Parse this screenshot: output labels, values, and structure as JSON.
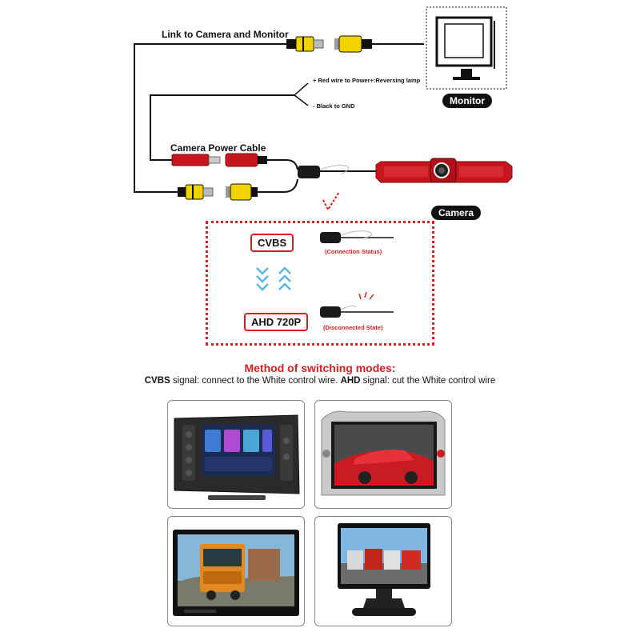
{
  "labels": {
    "link": "Link to Camera and Monitor",
    "power_cable": "Camera Power Cable",
    "red_wire": "Red wire to Power+:Reversing lamp",
    "black_wire": "Black to GND",
    "plus": "+",
    "minus": "-",
    "monitor": "Monitor",
    "camera": "Camera"
  },
  "modes": {
    "cvbs": "CVBS",
    "ahd": "AHD 720P",
    "connected": "(Connection Status)",
    "disconnected": "(Disconnected State)"
  },
  "method": {
    "title": "Method of switching modes:",
    "cvbs_key": "CVBS",
    "cvbs_text": " signal: connect to the White control wire. ",
    "ahd_key": "AHD",
    "ahd_text": " signal: cut the White control wire"
  },
  "colors": {
    "accent_red": "#d42020",
    "rca_yellow": "#f2d200",
    "camera_red": "#c8161d",
    "arrow_blue": "#5bb6ea"
  },
  "photos": [
    {
      "icon": "car-stereo-icon"
    },
    {
      "icon": "dash-headunit-icon"
    },
    {
      "icon": "truck-monitor-icon"
    },
    {
      "icon": "stand-monitor-icon"
    }
  ]
}
